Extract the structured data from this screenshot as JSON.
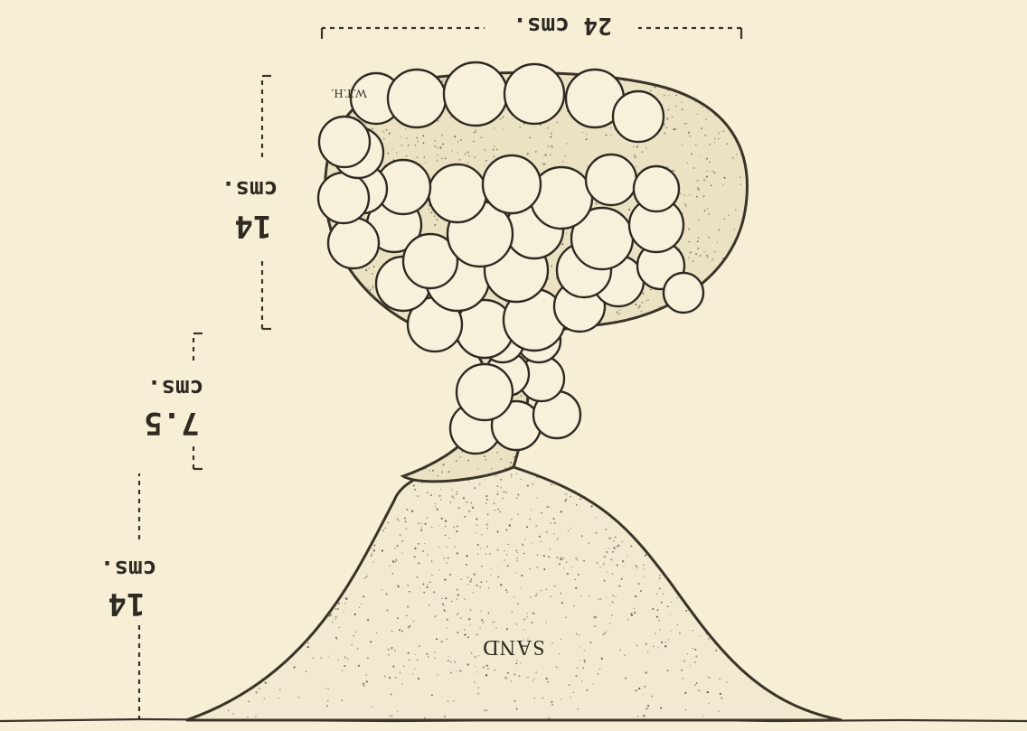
{
  "diagram": {
    "dimensions": {
      "width": "24 cms.",
      "upper_chamber_height_num": "14",
      "upper_chamber_height_unit": "cms.",
      "neck_height_num": "7.5",
      "neck_height_unit": "cms.",
      "mound_height_num": "14",
      "mound_height_unit": "cms."
    },
    "sand_label": "SAND",
    "artist_initials": "W.T.H."
  },
  "colors": {
    "paper": "#f6efd6",
    "ink": "#2e2a22",
    "egg_fill": "#f7f1dc",
    "stipple": "#4a4334"
  }
}
